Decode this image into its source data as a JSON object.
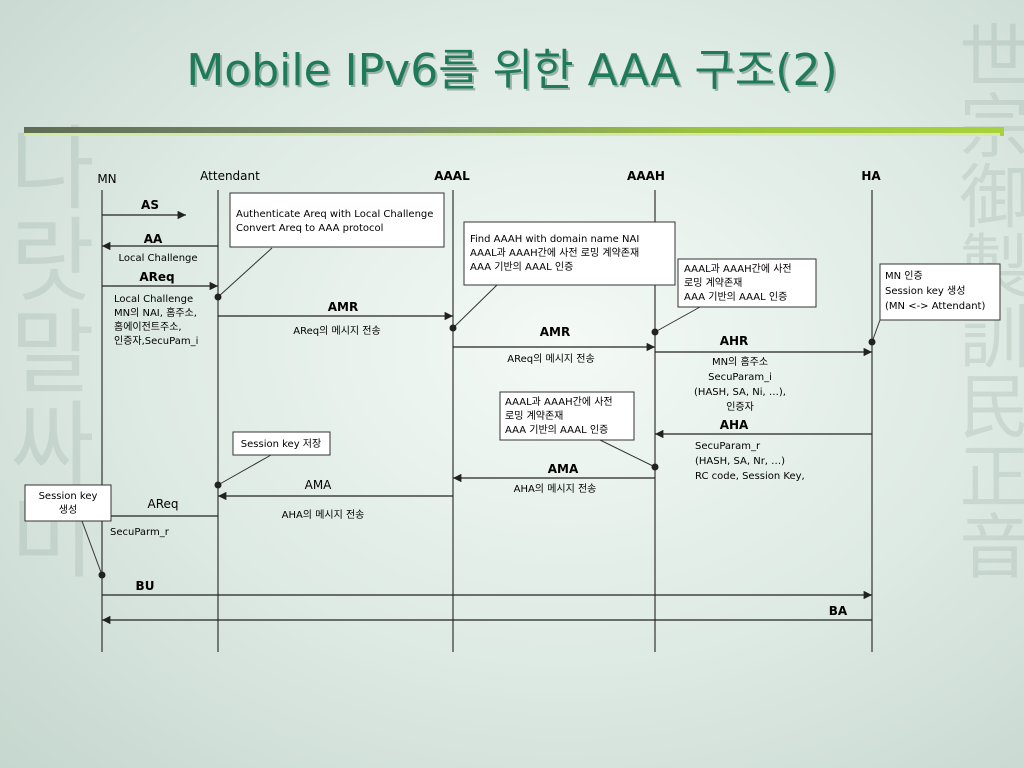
{
  "title": "Mobile IPv6를 위한 AAA 구조(2)",
  "background_glyphs_left": "나랏말싸미",
  "background_glyphs_right": "世宗御製訓民正音",
  "entities": [
    "MN",
    "Attendant",
    "AAAL",
    "AAAH",
    "HA"
  ],
  "messages": [
    {
      "label": "AS",
      "from": "MN",
      "to": "Attendant"
    },
    {
      "label": "AA",
      "from": "Attendant",
      "to": "MN"
    },
    {
      "label": "AReq",
      "from": "MN",
      "to": "Attendant"
    },
    {
      "label": "AMR",
      "from": "Attendant",
      "to": "AAAL"
    },
    {
      "label": "AMR",
      "from": "AAAL",
      "to": "AAAH"
    },
    {
      "label": "AHR",
      "from": "AAAH",
      "to": "HA"
    },
    {
      "label": "AHA",
      "from": "HA",
      "to": "AAAH"
    },
    {
      "label": "AMA",
      "from": "AAAH",
      "to": "AAAL"
    },
    {
      "label": "AMA",
      "from": "AAAL",
      "to": "Attendant"
    },
    {
      "label": "AReq",
      "from": "Attendant",
      "to": "MN"
    },
    {
      "label": "BU",
      "from": "MN",
      "to": "HA"
    },
    {
      "label": "BA",
      "from": "HA",
      "to": "MN"
    }
  ],
  "annotations": {
    "aa_sub": "Local Challenge",
    "areq_params": [
      "Local Challenge",
      "MN의 NAI, 홈주소,",
      "홈에이전트주소,",
      "인증자,SecuPam_i"
    ],
    "amr1_sub": "AReq의 메시지 전송",
    "amr2_sub": "AReq의 메시지 전송",
    "ahr_params": [
      "MN의 홈주소",
      "SecuParam_i",
      "(HASH, SA, Ni, …),",
      "인증자"
    ],
    "aha_params": [
      "SecuParam_r",
      "(HASH, SA, Nr, …)",
      "RC code, Session Key,"
    ],
    "ama1_sub": "AHA의 메시지 전송",
    "ama2_sub": "AHA의 메시지 전송",
    "areq2_sub": "SecuParm_r"
  },
  "notes": {
    "attendant_note": [
      "Authenticate Areq with Local Challenge",
      "Convert Areq to AAA protocol"
    ],
    "aaal_note": [
      "Find AAAH with domain name NAI",
      "AAAL과 AAAH간에 사전 로밍 계약존재",
      "AAA 기반의 AAAL 인증"
    ],
    "aaah_note": [
      "AAAL과 AAAH간에 사전",
      "로밍 계약존재",
      "AAA 기반의 AAAL 인증"
    ],
    "ha_note": [
      "MN 인증",
      "Session key 생성",
      "(MN <-> Attendant)"
    ],
    "aaal_note2": [
      "AAAL과 AAAH간에 사전",
      "로밍 계약존재",
      "AAA 기반의 AAAL 인증"
    ],
    "session_store": [
      "Session key 저장"
    ],
    "mn_session": [
      "Session key",
      "생성"
    ]
  },
  "colors": {
    "title": "#1f7a5a",
    "line": "#333333",
    "box_border": "#333333",
    "box_fill": "#ffffff"
  }
}
